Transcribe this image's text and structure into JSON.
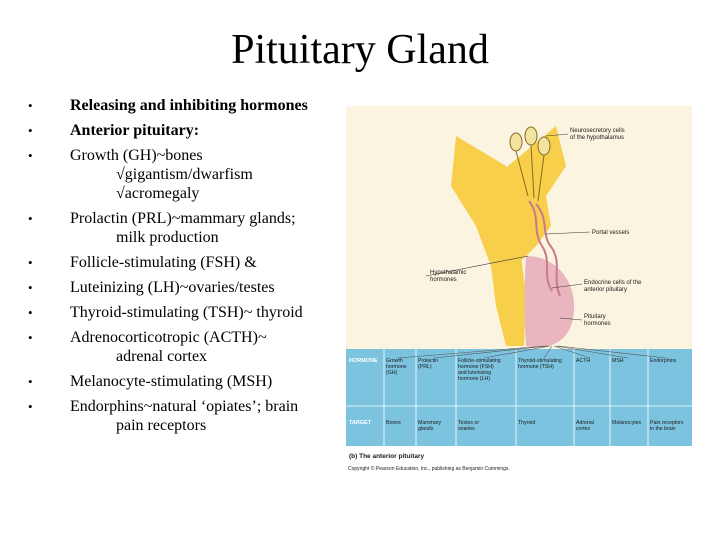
{
  "title": "Pituitary Gland",
  "bullets": [
    {
      "text": "Releasing and inhibiting hormones",
      "bold": true,
      "cont": []
    },
    {
      "text": "Anterior pituitary:",
      "bold": true,
      "cont": []
    },
    {
      "text": "Growth (GH)~bones",
      "bold": false,
      "cont": [
        "√gigantism/dwarfism",
        "√acromegaly"
      ]
    },
    {
      "text": "Prolactin (PRL)~mammary glands;",
      "bold": false,
      "cont": [
        "milk production"
      ]
    },
    {
      "text": "Follicle-stimulating (FSH) &",
      "bold": false,
      "cont": []
    },
    {
      "text": "Luteinizing (LH)~ovaries/testes",
      "bold": false,
      "cont": []
    },
    {
      "text": "Thyroid-stimulating (TSH)~ thyroid",
      "bold": false,
      "cont": []
    },
    {
      "text": "Adrenocorticotropic (ACTH)~",
      "bold": false,
      "cont": [
        "adrenal cortex"
      ]
    },
    {
      "text": "Melanocyte-stimulating (MSH)",
      "bold": false,
      "cont": []
    },
    {
      "text": "Endorphins~natural ‘opiates’; brain",
      "bold": false,
      "cont": [
        "pain receptors"
      ]
    }
  ],
  "bullet_glyph": "•",
  "figure": {
    "labels": {
      "neurosecretory": [
        "Neurosecretory cells",
        "of the hypothalamus"
      ],
      "portal": "Portal vessels",
      "hypothalamic": [
        "Hypothalamic",
        "hormones"
      ],
      "endocrine": [
        "Endocrine cells of the",
        "anterior pituitary"
      ],
      "pituitary": [
        "Pituitary",
        "hormones"
      ]
    },
    "hormone_header": "HORMONE",
    "hormones": [
      [
        "Growth",
        "hormone",
        "(GH)"
      ],
      [
        "Prolactin",
        "(PRL)"
      ],
      [
        "Follicle-stimulating",
        "hormone (FSH)",
        "and luteinizing",
        "hormone (LH)"
      ],
      [
        "Thyroid-stimulating",
        "hormone (TSH)"
      ],
      [
        "ACTH"
      ],
      [
        "MSH"
      ],
      [
        "Endorphins"
      ]
    ],
    "target_header": "TARGET",
    "targets": [
      [
        "Bones"
      ],
      [
        "Mammary",
        "glands"
      ],
      [
        "Testes or",
        "ovaries"
      ],
      [
        "Thyroid"
      ],
      [
        "Adrenal",
        "cortex"
      ],
      [
        "Melanocytes"
      ],
      [
        "Pain receptors",
        "in the brain"
      ]
    ],
    "caption": "(b) The anterior pituitary",
    "copyright": "Copyright © Pearson Education, Inc., publishing as Benjamin Cummings."
  },
  "colors": {
    "gland": "#f7cf4a",
    "vessels": "#e9b6c0",
    "table_bg": "#7cc3df",
    "figure_bg": "#fbf4e0"
  }
}
